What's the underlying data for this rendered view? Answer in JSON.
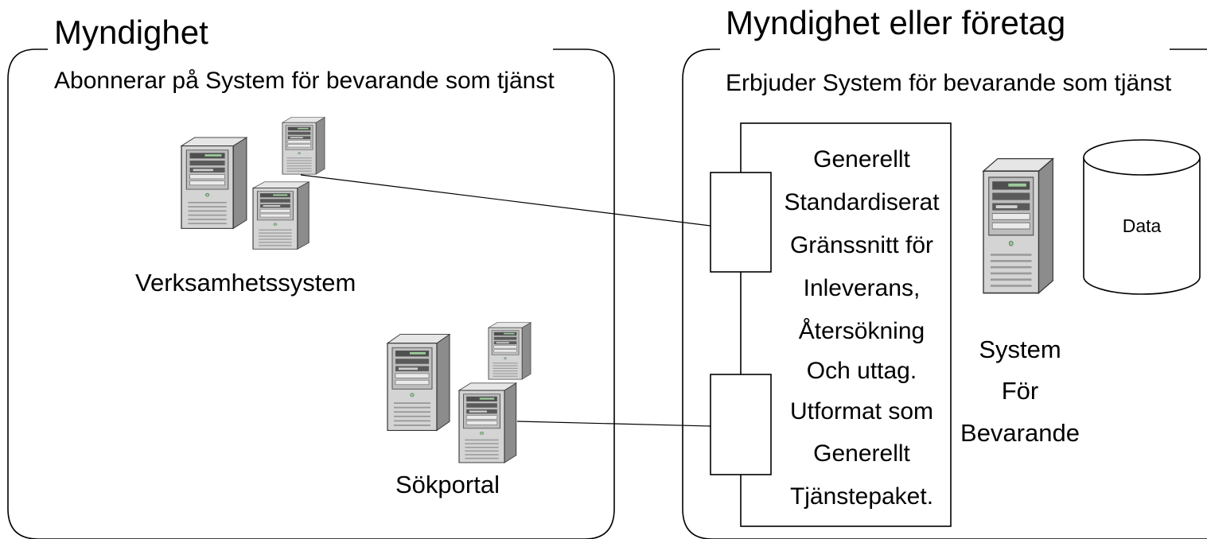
{
  "left_group": {
    "title": "Myndighet",
    "subtitle": "Abonnerar på System för bevarande som tjänst"
  },
  "right_group": {
    "title": "Myndighet eller företag",
    "subtitle": "Erbjuder System för bevarande som tjänst"
  },
  "nodes": {
    "business_systems": "Verksamhetssystem",
    "search_portal": "Sökportal",
    "database": "Data"
  },
  "interface_lines": [
    "Generellt",
    "Standardiserat",
    "Gränssnitt för",
    "Inleverans,",
    "Återsökning",
    "Och uttag.",
    "Utformat som",
    "Generellt",
    "Tjänstepaket."
  ],
  "preservation_system_lines": [
    "System",
    "För",
    "Bevarande"
  ],
  "icons": [
    "server-tower-icon",
    "database-cylinder-icon"
  ],
  "colors": {
    "server_body": "#d7d7d7",
    "server_dark": "#5a5a5a",
    "server_light": "#efefef",
    "line": "#000000"
  }
}
